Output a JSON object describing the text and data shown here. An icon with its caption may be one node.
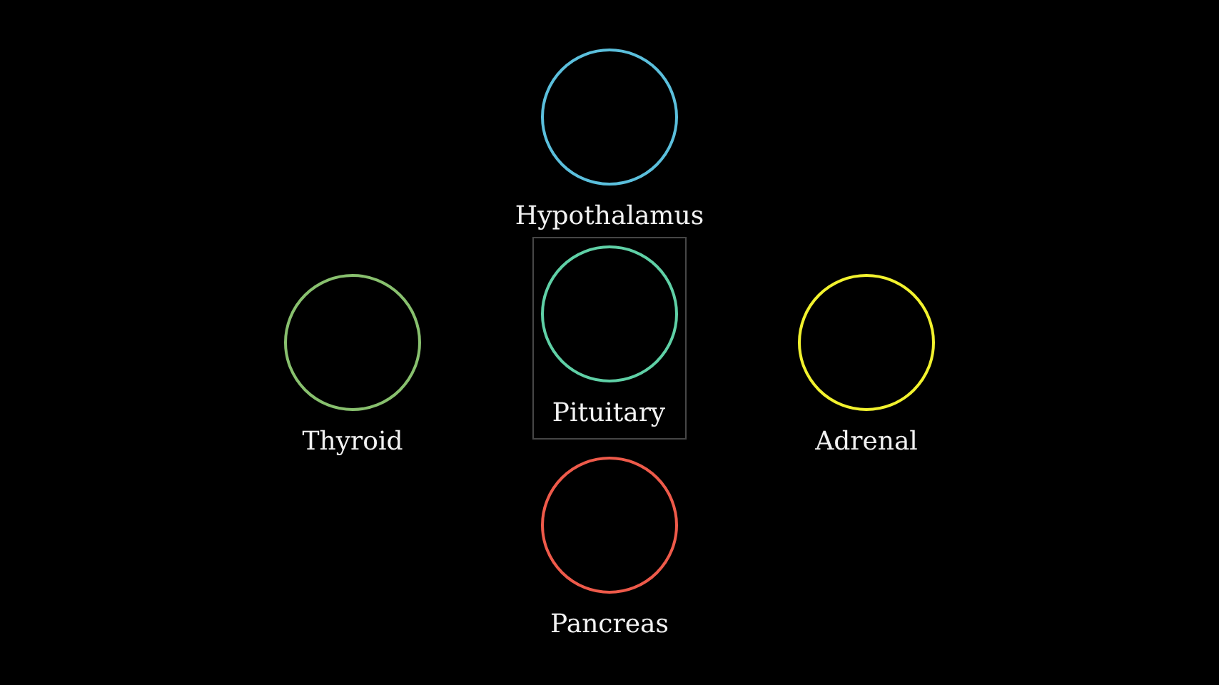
{
  "diagram": {
    "nodes": [
      {
        "text": [
          "Hypothalamus"
        ]
      },
      {
        "text": [
          "Thyroid"
        ]
      },
      {
        "text": [],
        "shape": "box"
      },
      {
        "text": [
          "Pituitary"
        ],
        "in": 2
      },
      {
        "text": [
          "Adrenal"
        ]
      },
      {
        "text": [
          "Pancreas"
        ]
      }
    ]
  }
}
